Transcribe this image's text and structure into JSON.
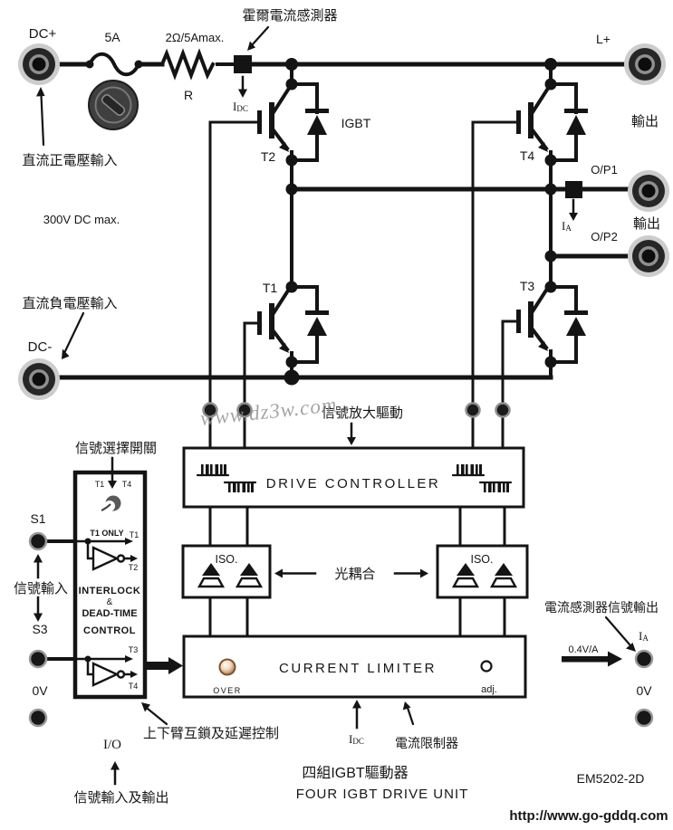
{
  "colors": {
    "line": "#141414",
    "url_text": "#525f78",
    "over_led": "#b1784e",
    "watermark_gray": "#8f8f8f"
  },
  "power_section": {
    "dc_plus": "DC+",
    "fuse_rating": "5A",
    "resistor_rating": "2Ω/5Amax.",
    "resistor_ref": "R",
    "hall_sensor_label": "霍爾電流感測器",
    "current_base": "I",
    "current_dc_sub": "DC",
    "current_a_sub": "A",
    "dc_pos_input_label": "直流正電壓輸入",
    "dc_max_rating": "300V DC max.",
    "dc_neg_input_label": "直流負電壓輸入",
    "dc_minus": "DC-",
    "igbt": "IGBT",
    "t1": "T1",
    "t2": "T2",
    "t3": "T3",
    "t4": "T4",
    "l_plus": "L+",
    "output_label": "輸出",
    "op1": "O/P1",
    "op2": "O/P2"
  },
  "control_section": {
    "signal_amp_label": "信號放大驅動",
    "drive_controller": "DRIVE CONTROLLER",
    "signal_select_label": "信號選擇開關",
    "t1_only": "T1 ONLY",
    "interlock": "INTERLOCK",
    "ampersand": "&",
    "dead_time": "DEAD-TIME",
    "control": "CONTROL",
    "s1": "S1",
    "s3": "S3",
    "zero_v": "0V",
    "signal_input_label": "信號輸入",
    "iso": "ISO.",
    "opto_coupling_label": "光耦合",
    "current_limiter": "CURRENT LIMITER",
    "over": "OVER",
    "adj": "adj.",
    "current_limiter_label": "電流限制器",
    "interlock_delay_label": "上下臂互鎖及延遲控制",
    "io": "I/O",
    "signal_io_label": "信號輸入及輸出",
    "sensor_output_label": "電流感測器信號輸出",
    "sensitivity": "0.4V/A"
  },
  "footer": {
    "title_cn": "四組IGBT驅動器",
    "title_en": "FOUR IGBT DRIVE UNIT",
    "model": "EM5202-2D",
    "url": "http://www.go-gddq.com"
  },
  "watermark": {
    "text": "www.dz3w.com"
  }
}
